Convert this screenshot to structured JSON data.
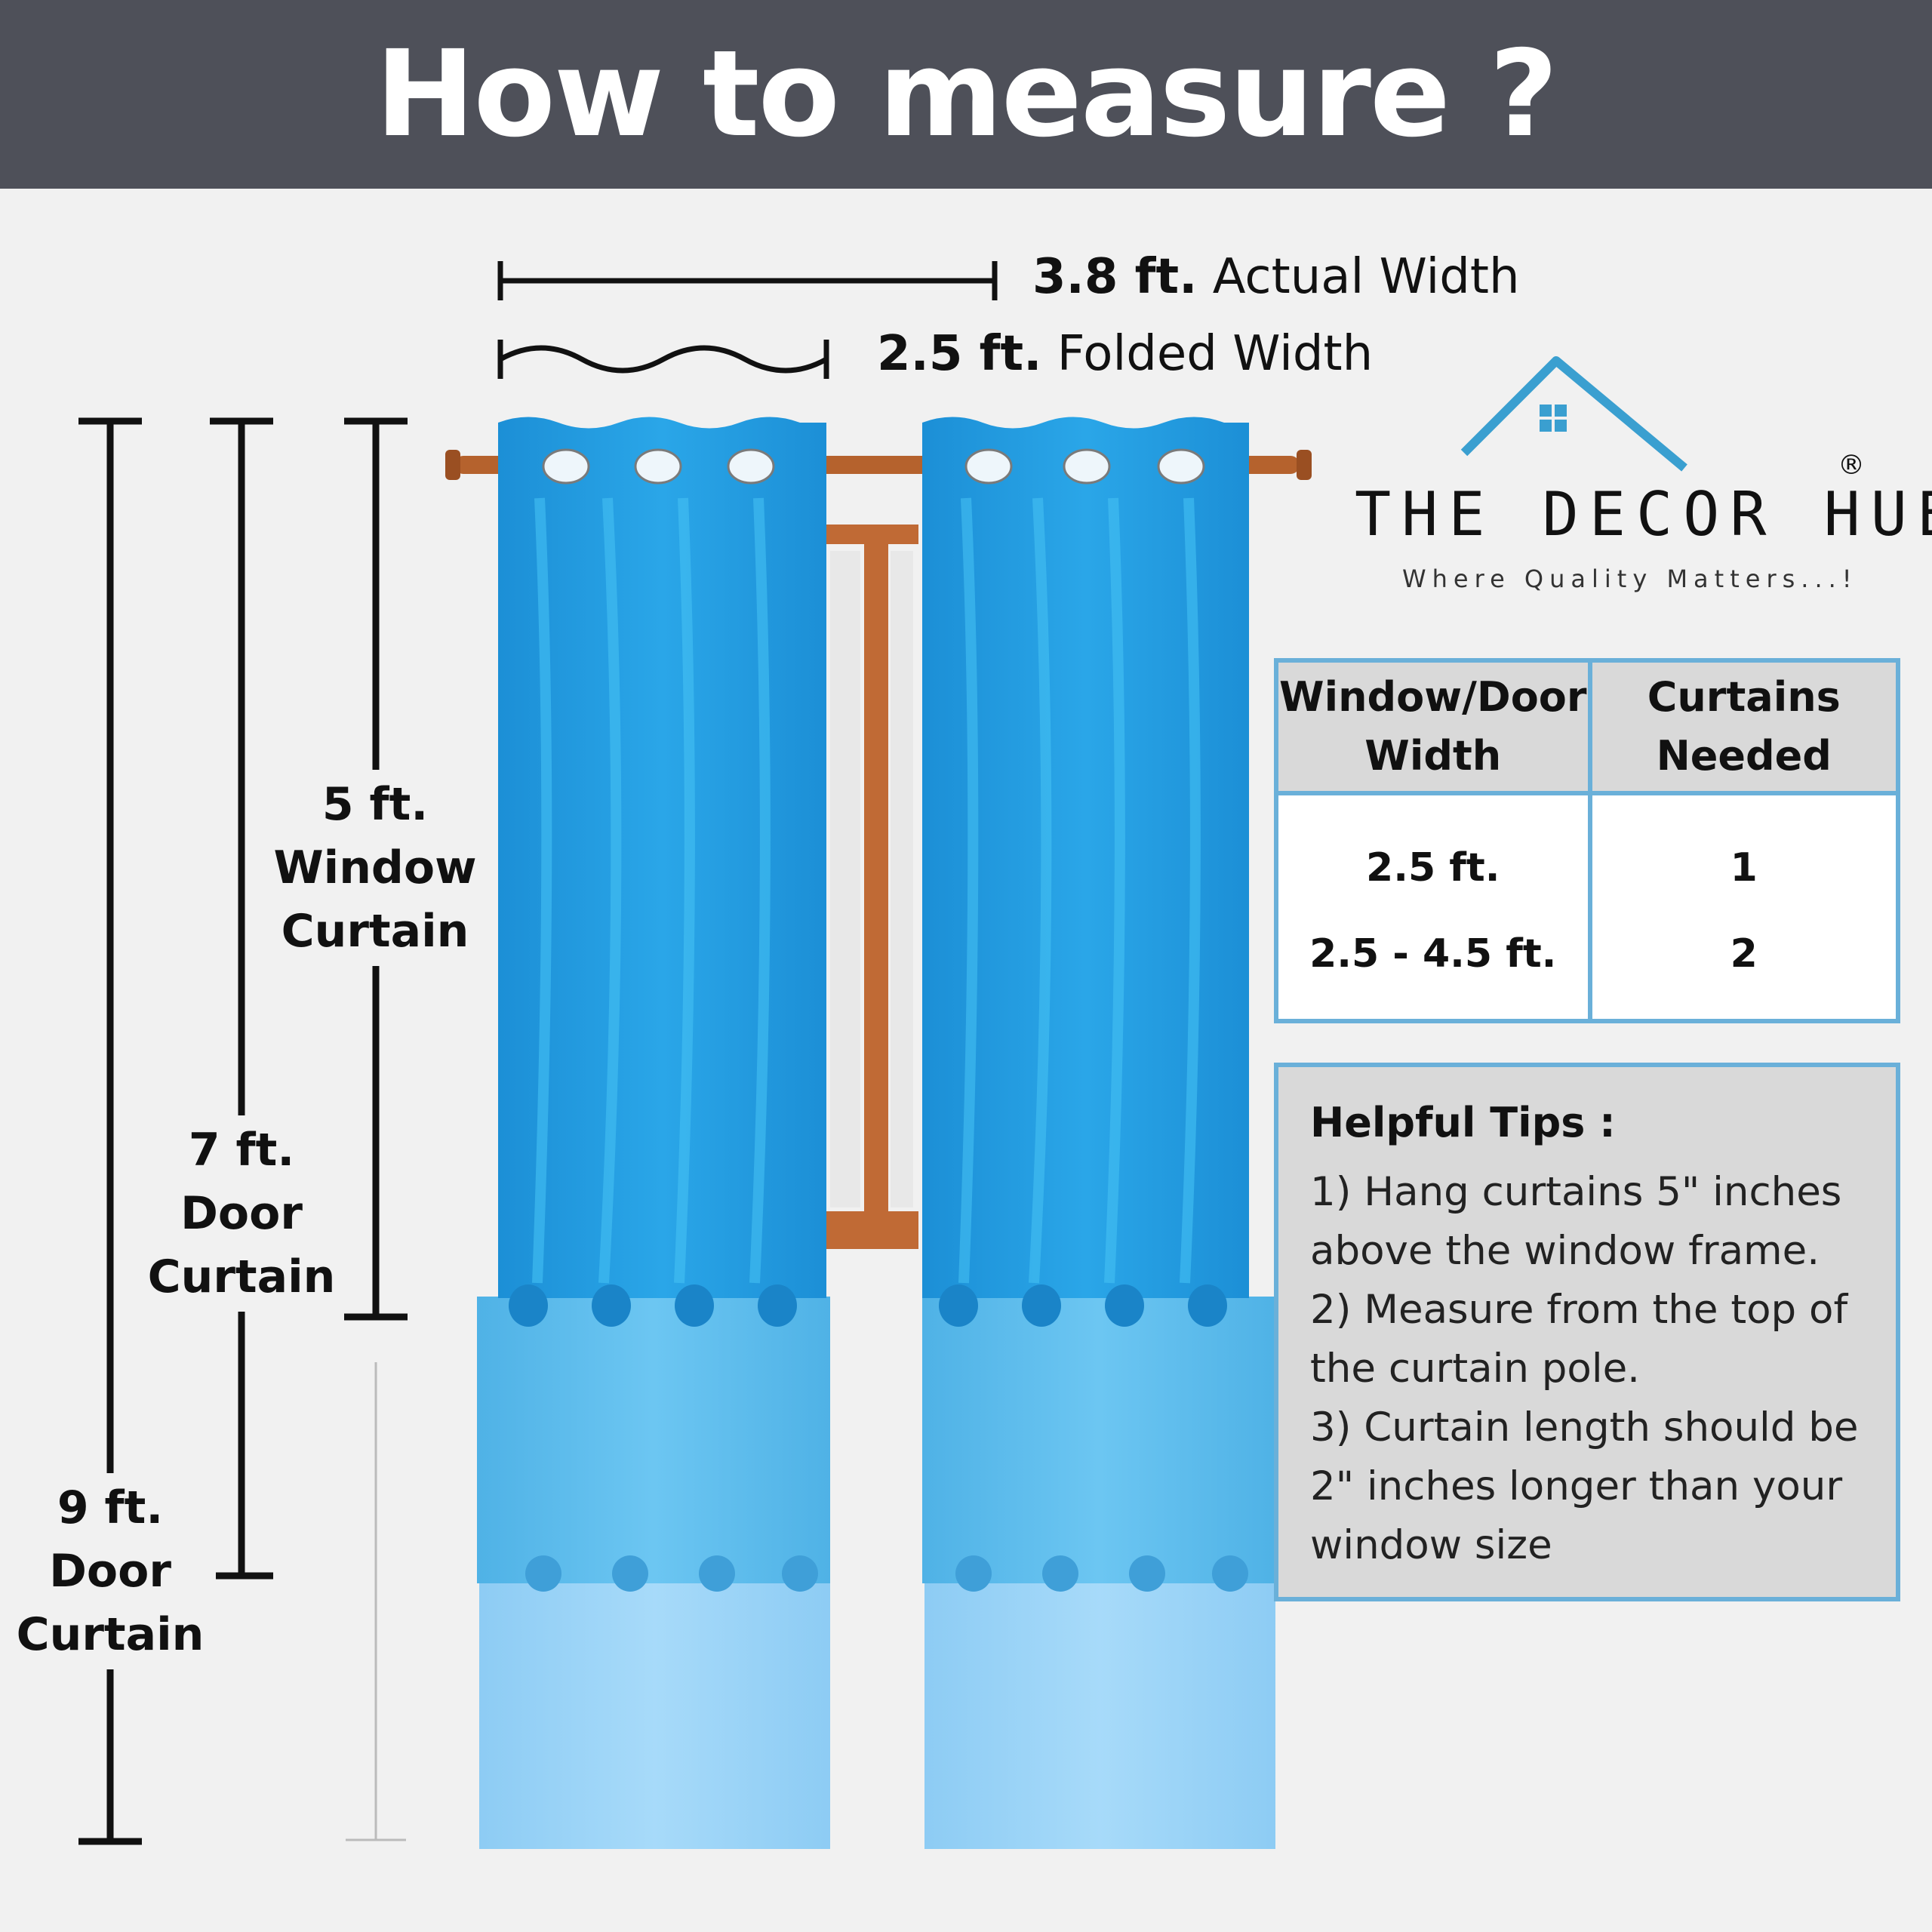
{
  "header": {
    "title": "How to measure ?"
  },
  "measurements": {
    "actual_width_value": "3.8 ft.",
    "actual_width_label": "Actual Width",
    "folded_width_value": "2.5 ft.",
    "folded_width_label": "Folded Width"
  },
  "heights": {
    "window": {
      "value": "5 ft.",
      "line1": "Window",
      "line2": "Curtain"
    },
    "door7": {
      "value": "7 ft.",
      "line1": "Door",
      "line2": "Curtain"
    },
    "door9": {
      "value": "9 ft.",
      "line1": "Door",
      "line2": "Curtain"
    }
  },
  "brand": {
    "name": "THE DECOR HUB",
    "tagline": "Where Quality Matters...!",
    "registered": "®",
    "color": "#3a9fd0"
  },
  "table": {
    "headers": [
      "Window/Door Width",
      "Curtains Needed"
    ],
    "rows": [
      {
        "width": "2.5 ft.",
        "count": "1"
      },
      {
        "width": "2.5 - 4.5 ft.",
        "count": "2"
      }
    ]
  },
  "tips": {
    "title": "Helpful Tips :",
    "items": [
      "1) Hang curtains 5\" inches above the window frame.",
      "2) Measure from the top of the curtain pole.",
      "3) Curtain length should be 2\" inches longer than your window size"
    ]
  },
  "colors": {
    "header_bg": "#4e5059",
    "curtain_dark": "#1f98dd",
    "curtain_mid": "#58b9ea",
    "curtain_light": "#8fd0f7",
    "rod": "#b5622d",
    "frame": "#c06a35",
    "border": "#6ab0d9"
  }
}
